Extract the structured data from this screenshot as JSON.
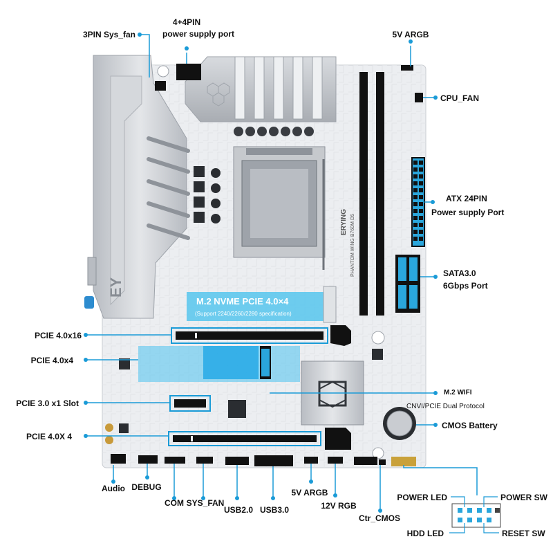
{
  "board": {
    "model": "PHANTOM WING B760M D5",
    "brand": "ERYING",
    "hs_logo": "EY",
    "m2_title": "M.2 NVME PCIE 4.0×4",
    "m2_sub": "(Support 2240/2260/2280 specification)"
  },
  "labels": {
    "pin8": [
      "4+4PIN",
      "power supply port"
    ],
    "sysfan3": "3PIN Sys_fan",
    "argb5v_top": "5V ARGB",
    "cpu_fan": "CPU_FAN",
    "atx24": [
      "ATX 24PIN",
      "Power supply Port"
    ],
    "sata": [
      "SATA3.0",
      "6Gbps Port"
    ],
    "pcie16": "PCIE 4.0x16",
    "pcie4": "PCIE 4.0x4",
    "pcie1": "PCIE 3.0 x1 Slot",
    "pcie4b": "PCIE 4.0X 4",
    "m2wifi": [
      "M.2 WIFI",
      "CNVI/PCIE Dual Protocol"
    ],
    "cmos": "CMOS Battery",
    "audio": "Audio",
    "debug": "DEBUG",
    "com": "COM",
    "sysfan": "SYS_FAN",
    "usb2": "USB2.0",
    "usb3": "USB3.0",
    "argb5v": "5V ARGB",
    "rgb12v": "12V RGB",
    "ctr_cmos": "Ctr_CMOS",
    "power_led": "POWER LED",
    "power_sw": "POWER SW",
    "hdd_led": "HDD LED",
    "reset_sw": "RESET SW"
  },
  "colors": {
    "accent": "#1a9bd7",
    "highlight": "#4dc3ee",
    "board": "#eceef1",
    "heatsink": "#c9ccd1",
    "slot": "#111111"
  }
}
